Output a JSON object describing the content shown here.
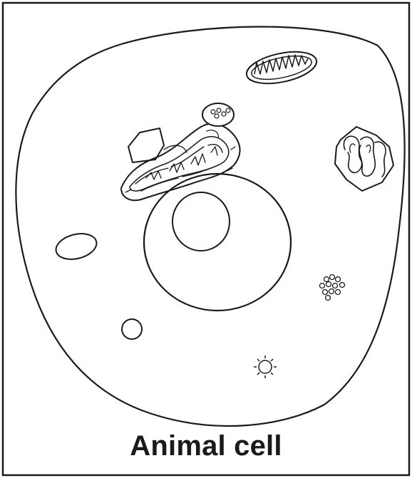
{
  "diagram": {
    "caption": "Animal cell",
    "colors": {
      "stroke": "#1a1a1a",
      "fill": "#ffffff",
      "background": "#ffffff"
    },
    "organelles": [
      "cell-membrane",
      "nucleus",
      "nucleolus",
      "mitochondrion",
      "golgi-apparatus",
      "endoplasmic-reticulum",
      "lysosome",
      "vacuole",
      "ribosomes",
      "centriole"
    ]
  }
}
